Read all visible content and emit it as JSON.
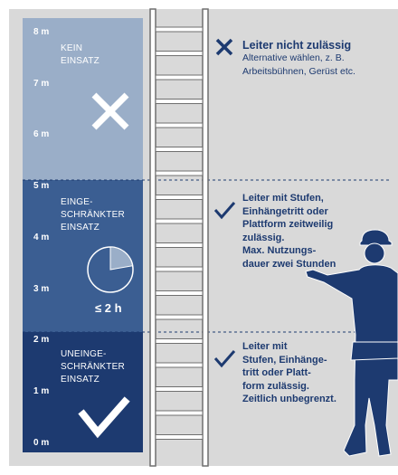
{
  "height_labels": [
    "8 m",
    "7 m",
    "6 m",
    "5 m",
    "4 m",
    "3 m",
    "2 m",
    "1 m",
    "0 m"
  ],
  "zones": [
    {
      "label_lines": [
        "KEIN",
        "EINSATZ"
      ],
      "color": "#9aaec8",
      "icon": "x-mark-icon"
    },
    {
      "label_lines": [
        "EINGE-",
        "SCHRÄNKTER",
        "EINSATZ"
      ],
      "color": "#3b5e92",
      "icon": "clock-icon",
      "duration": "≤ 2 h"
    },
    {
      "label_lines": [
        "UNEINGE-",
        "SCHRÄNKTER",
        "EINSATZ"
      ],
      "color": "#1d3a70",
      "icon": "checkmark-icon"
    }
  ],
  "rules": [
    {
      "icon": "x-mark-icon",
      "title": "Leiter nicht zulässig",
      "lines": [
        "Alternative wählen, z. B.",
        "Arbeitsbühnen, Gerüst etc."
      ]
    },
    {
      "icon": "checkmark-icon",
      "lines": [
        "Leiter mit Stufen,",
        "Einhängetritt oder",
        "Plattform zeitweilig",
        "zulässig.",
        "Max. Nutzungs-",
        "dauer zwei Stunden"
      ]
    },
    {
      "icon": "checkmark-icon",
      "lines": [
        "Leiter mit",
        "Stufen, Einhänge-",
        "tritt oder Platt-",
        "form zulässig.",
        "Zeitlich unbegrenzt."
      ]
    }
  ],
  "colors": {
    "background": "#d9d9d9",
    "text_accent": "#1d3a70",
    "ladder": "#ffffff",
    "worker": "#1d3a70"
  }
}
